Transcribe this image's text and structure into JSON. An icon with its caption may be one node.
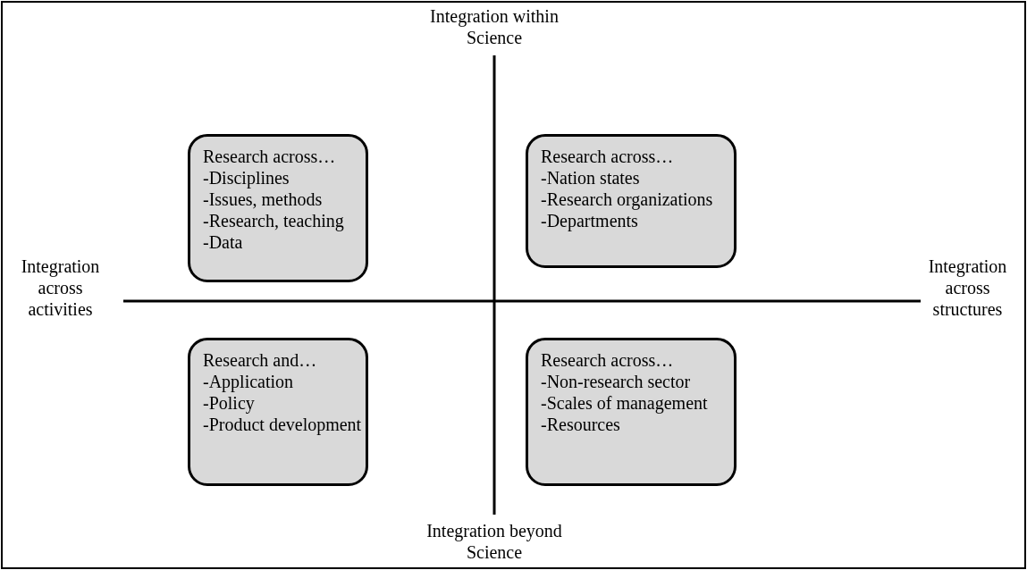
{
  "diagram": {
    "nodes": [
      {
        "text": [
          "Research across…",
          "-Disciplines",
          "-Issues, methods",
          "-Research, teaching",
          "-Data"
        ]
      },
      {
        "text": [
          "Research across…",
          "-Nation states",
          "-Research organizations",
          "-Departments"
        ]
      },
      {
        "text": [
          "Research and…",
          "-Application",
          "-Policy",
          "-Product development"
        ]
      },
      {
        "text": [
          "Research across…",
          "-Non-research sector",
          "-Scales of management",
          "-Resources"
        ]
      }
    ],
    "edges": [],
    "labels": [
      "Integration within Science",
      "Integration across activities",
      "Integration across structures",
      "Integration beyond Science"
    ]
  }
}
